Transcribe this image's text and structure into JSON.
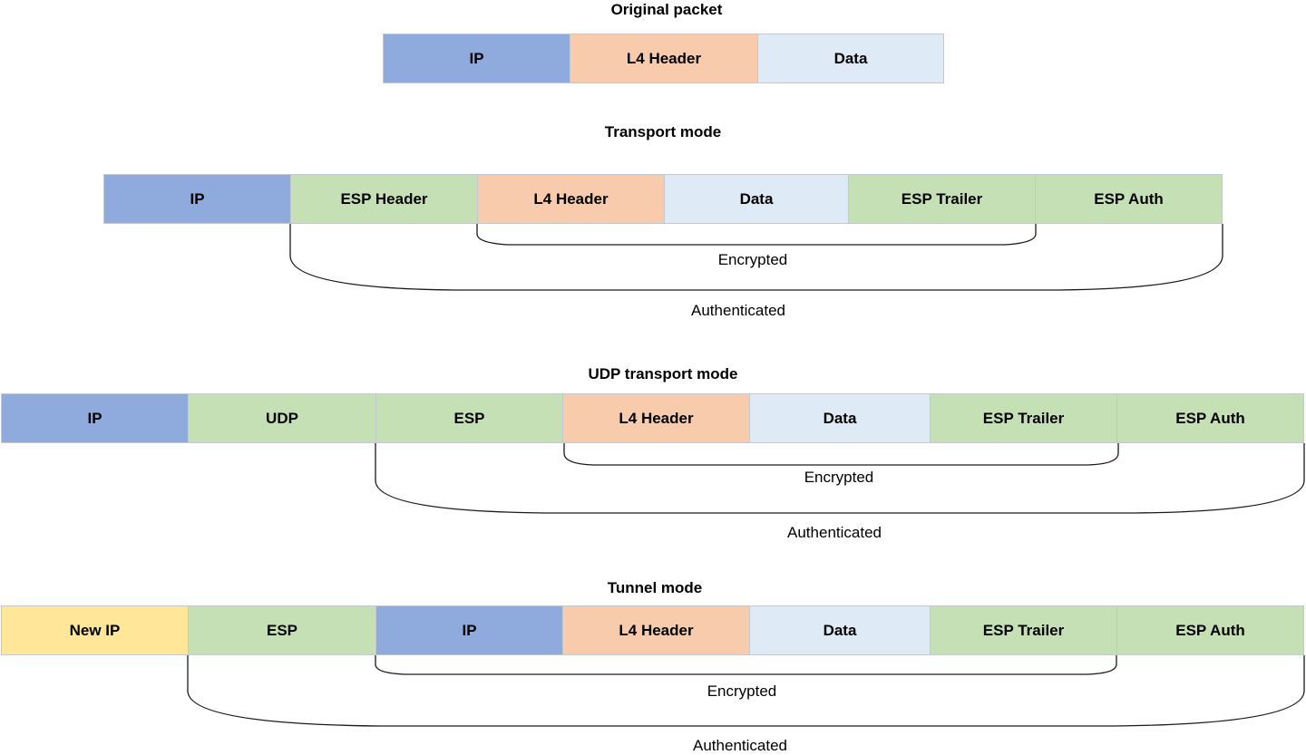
{
  "sections": {
    "original": {
      "title": "Original packet",
      "segments": [
        {
          "label": "IP",
          "color": "#8faadc"
        },
        {
          "label": "L4 Header",
          "color": "#f8cbad"
        },
        {
          "label": "Data",
          "color": "#deebf7"
        }
      ]
    },
    "transport": {
      "title": "Transport mode",
      "segments": [
        {
          "label": "IP",
          "color": "#8faadc"
        },
        {
          "label": "ESP Header",
          "color": "#c5e0b4"
        },
        {
          "label": "L4 Header",
          "color": "#f8cbad"
        },
        {
          "label": "Data",
          "color": "#deebf7"
        },
        {
          "label": "ESP Trailer",
          "color": "#c5e0b4"
        },
        {
          "label": "ESP Auth",
          "color": "#c5e0b4"
        }
      ],
      "encrypted_label": "Encrypted",
      "authenticated_label": "Authenticated"
    },
    "udp": {
      "title": "UDP transport mode",
      "segments": [
        {
          "label": "IP",
          "color": "#8faadc"
        },
        {
          "label": "UDP",
          "color": "#c5e0b4"
        },
        {
          "label": "ESP",
          "color": "#c5e0b4"
        },
        {
          "label": "L4 Header",
          "color": "#f8cbad"
        },
        {
          "label": "Data",
          "color": "#deebf7"
        },
        {
          "label": "ESP Trailer",
          "color": "#c5e0b4"
        },
        {
          "label": "ESP Auth",
          "color": "#c5e0b4"
        }
      ],
      "encrypted_label": "Encrypted",
      "authenticated_label": "Authenticated"
    },
    "tunnel": {
      "title": "Tunnel mode",
      "segments": [
        {
          "label": "New IP",
          "color": "#ffe699"
        },
        {
          "label": "ESP",
          "color": "#c5e0b4"
        },
        {
          "label": "IP",
          "color": "#8faadc"
        },
        {
          "label": "L4 Header",
          "color": "#f8cbad"
        },
        {
          "label": "Data",
          "color": "#deebf7"
        },
        {
          "label": "ESP Trailer",
          "color": "#c5e0b4"
        },
        {
          "label": "ESP Auth",
          "color": "#c5e0b4"
        }
      ],
      "encrypted_label": "Encrypted",
      "authenticated_label": "Authenticated"
    }
  }
}
